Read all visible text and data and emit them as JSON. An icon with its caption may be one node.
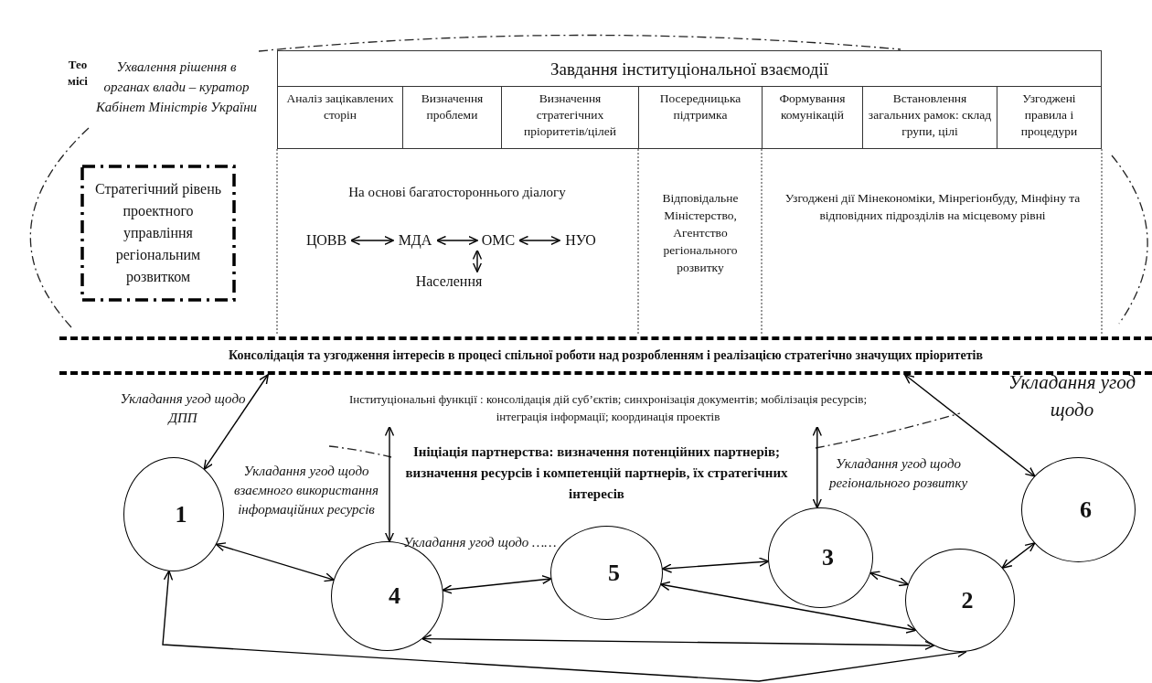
{
  "diagram": {
    "nodes": [
      {
        "text": [
          "Стратегічний рівень проектного управління регіональним розвитком"
        ]
      },
      {
        "text": [
          "ЦОВВ"
        ]
      },
      {
        "text": [
          "МДА"
        ]
      },
      {
        "text": [
          "ОМС"
        ]
      },
      {
        "text": [
          "НУО"
        ]
      },
      {
        "text": [
          "Населення"
        ]
      },
      {
        "text": [
          "Консолідація та узгодження інтересів в процесі спільної роботи над розробленням і реалізацією стратегічно значущих пріоритетів"
        ]
      },
      {
        "text": [
          "Інституціональні функції : консолідація дій суб’єктів; синхронізація документів; мобілізація ресурсів; інтеграція інформації; координація проектів"
        ]
      },
      {
        "text": [
          "1"
        ]
      },
      {
        "text": [
          "4"
        ]
      },
      {
        "text": [
          "5"
        ]
      },
      {
        "text": [
          "3"
        ]
      },
      {
        "text": [
          "2"
        ]
      },
      {
        "text": [
          "6"
        ]
      }
    ],
    "edges": [
      {
        "from": 1,
        "to": 2,
        "arrow": "both"
      },
      {
        "from": 2,
        "to": 3,
        "arrow": "both"
      },
      {
        "from": 3,
        "to": 4,
        "arrow": "both"
      },
      {
        "from": 3,
        "to": 5,
        "arrow": "both"
      },
      {
        "from": 6,
        "to": 8,
        "arrow": "both",
        "label": "Укладання угод щодо ДПП"
      },
      {
        "from": 8,
        "to": 9,
        "arrow": "both",
        "label": "Укладання угод щодо взаємного використання інформаційних ресурсів"
      },
      {
        "from": 9,
        "to": 7,
        "arrow": "both"
      },
      {
        "from": 9,
        "to": 10,
        "arrow": "both",
        "label": "Укладання угод щодо ……"
      },
      {
        "from": 10,
        "to": 11,
        "arrow": "both"
      },
      {
        "from": 11,
        "to": 7,
        "arrow": "both",
        "label": "Укладання угод щодо регіонального розвитку"
      },
      {
        "from": 11,
        "to": 12,
        "arrow": "both"
      },
      {
        "from": 13,
        "to": 6,
        "arrow": "both",
        "label": "Укладання угод щодо"
      },
      {
        "from": 13,
        "to": 12,
        "arrow": "both"
      },
      {
        "from": 10,
        "to": 12,
        "arrow": "both"
      },
      {
        "from": 9,
        "to": 12,
        "arrow": "both"
      },
      {
        "from": 8,
        "to": 12,
        "arrow": "both"
      }
    ],
    "labels": [
      "Тео місі",
      "Ухвалення рішення в органах влади – куратор Кабінет Міністрів України",
      "Завдання інституціональної взаємодії",
      "Аналіз зацікавлених сторін",
      "Визначення проблеми",
      "Визначення стратегічних пріоритетів/цілей",
      "Посередницька підтримка",
      "Формування комунікацій",
      "Встановлення загальних рамок: склад групи, цілі",
      "Узгоджені правила і процедури",
      "На основі багатостороннього діалогу",
      "Відповідальне Міністерство, Агентство регіонального розвитку",
      "Узгоджені дії Мінекономіки, Мінрегіонбуду, Мінфіну та відповідних підрозділів на місцевому рівні",
      "Ініціація партнерства: визначення потенційних партнерів; визначення ресурсів і компетенцій партнерів, їх стратегічних інтересів"
    ]
  }
}
